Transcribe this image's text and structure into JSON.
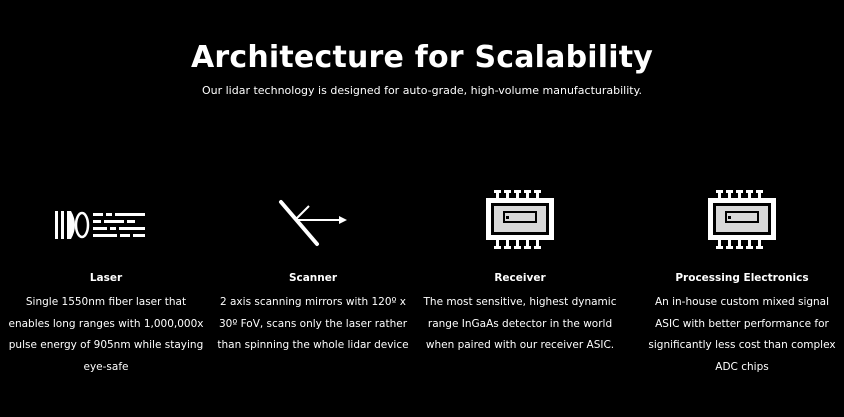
{
  "header": {
    "title": "Architecture for Scalability",
    "subtitle": "Our lidar technology is designed for auto-grade, high-volume manufacturability."
  },
  "features": [
    {
      "icon": "laser-icon",
      "title": "Laser",
      "description": "Single 1550nm fiber laser that enables long ranges with 1,000,000x pulse energy of 905nm while staying eye-safe"
    },
    {
      "icon": "scanner-icon",
      "title": "Scanner",
      "description": "2 axis scanning mirrors with 120º x 30º FoV, scans only the laser rather than spinning the whole lidar device"
    },
    {
      "icon": "chip-icon",
      "title": "Receiver",
      "description": "The most sensitive, highest dynamic range InGaAs detector in the world when paired with our receiver ASIC."
    },
    {
      "icon": "chip-icon",
      "title": "Processing Electronics",
      "description": "An in-house custom mixed signal ASIC with better performance for significantly less cost than complex ADC chips"
    }
  ],
  "colors": {
    "background": "#000000",
    "text": "#ffffff"
  }
}
